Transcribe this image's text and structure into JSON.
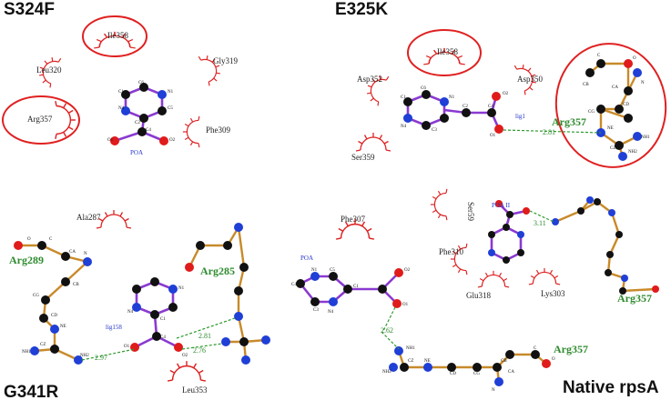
{
  "panels": {
    "tl": {
      "title": "S324F",
      "ligand": "POA",
      "residues": [
        "Ile358",
        "Leu320",
        "Gly319",
        "Arg357",
        "Phe309"
      ],
      "atoms": [
        "C1",
        "C6",
        "N1",
        "N4",
        "C5",
        "C2",
        "C4",
        "O1",
        "O2"
      ]
    },
    "tr": {
      "title": "E325K",
      "ligand": "lig1",
      "residues": [
        "Ile358",
        "Asp352",
        "Asp350",
        "Ser359"
      ],
      "bonded": "Arg357",
      "distances": [
        "2.81"
      ],
      "atoms": [
        "C1",
        "C6",
        "N1",
        "N4",
        "C3",
        "C2",
        "C4",
        "O2",
        "O1",
        "C",
        "O",
        "CA",
        "N",
        "CB",
        "CG",
        "CD",
        "NE",
        "CZ",
        "NH1",
        "NH2"
      ]
    },
    "bl": {
      "title": "G341R",
      "ligand": "lig158",
      "residues": [
        "Ala287",
        "Leu353"
      ],
      "bonded": [
        "Arg289",
        "Arg285"
      ],
      "distances": [
        "2.97",
        "2.81",
        "2.76"
      ],
      "atoms": [
        "O",
        "C",
        "CA",
        "N",
        "CB",
        "CG",
        "CD",
        "NE",
        "CZ",
        "NH1",
        "NH2",
        "N1",
        "N4",
        "C4",
        "C1",
        "O1",
        "O2"
      ]
    },
    "br": {
      "title": "Native rpsA",
      "ligand": "POA",
      "ligand2": "POA II",
      "residues": [
        "Phe307",
        "Ser59",
        "Phe310",
        "Glu318",
        "Lys303"
      ],
      "bonded": [
        "Arg357",
        "Arg357"
      ],
      "distances": [
        "3.11",
        "2.62"
      ],
      "atoms": [
        "N1",
        "C5",
        "C4",
        "N4",
        "C1",
        "C3",
        "O1",
        "O2",
        "NH1",
        "NH2",
        "CZ",
        "NE",
        "CD",
        "CG",
        "CB",
        "CA",
        "C",
        "O",
        "N"
      ]
    }
  },
  "colors": {
    "carbon": "#111111",
    "nitrogen": "#1f3fd6",
    "oxygen": "#e01b1b",
    "hbond": "#2e9b2e",
    "circle": "#e02020"
  }
}
